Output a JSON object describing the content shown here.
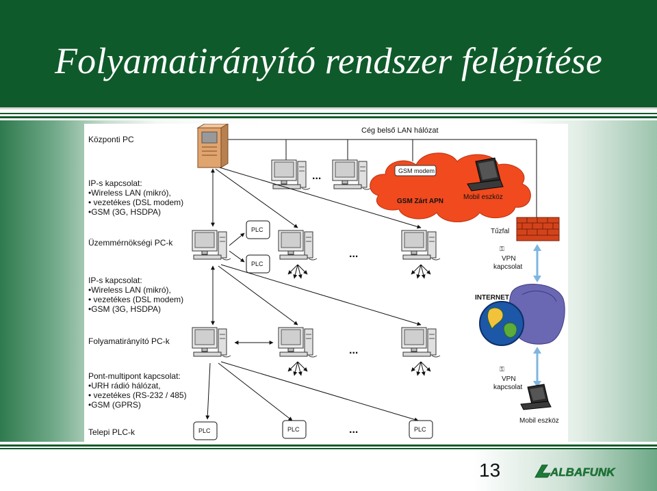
{
  "title": "Folyamatirányító rendszer felépítése",
  "page_number": "13",
  "logo_text": "ALBAFUNK",
  "diagram": {
    "left_labels": {
      "central_pc": "Központi PC",
      "ip_conn_1": [
        "IP-s kapcsolat:",
        "•Wireless LAN (mikró),",
        "• vezetékes (DSL modem)",
        "•GSM (3G, HSDPA)"
      ],
      "engineer_pcs": "Üzemmérnökségi PC-k",
      "ip_conn_2": [
        "IP-s kapcsolat:",
        "•Wireless LAN (mikró),",
        "• vezetékes (DSL modem)",
        "•GSM (3G, HSDPA)"
      ],
      "process_pcs": "Folyamatirányító PC-k",
      "point_multipoint": [
        "Pont-multipont kapcsolat:",
        "•URH rádió hálózat,",
        "• vezetékes (RS-232 / 485)",
        "•GSM (GPRS)"
      ],
      "field_plcs": "Telepi PLC-k"
    },
    "lan_label": "Cég belső LAN hálózat",
    "gsm_modem": "GSM modem",
    "gsm_apn": "GSM Zárt APN",
    "mobile_device": "Mobil eszköz",
    "firewall": "Tűzfal",
    "vpn": [
      "VPN",
      "kapcsolat"
    ],
    "internet": "INTERNET",
    "plc": "PLC",
    "ellipsis": "...",
    "colors": {
      "cloud": "#f04a1e",
      "firewall": "#d3431b",
      "globe_ocean": "#1c57a8",
      "router": "#6a67b3",
      "arrow_blue": "#7fb6e0",
      "header_green": "#0f5a2a"
    }
  }
}
